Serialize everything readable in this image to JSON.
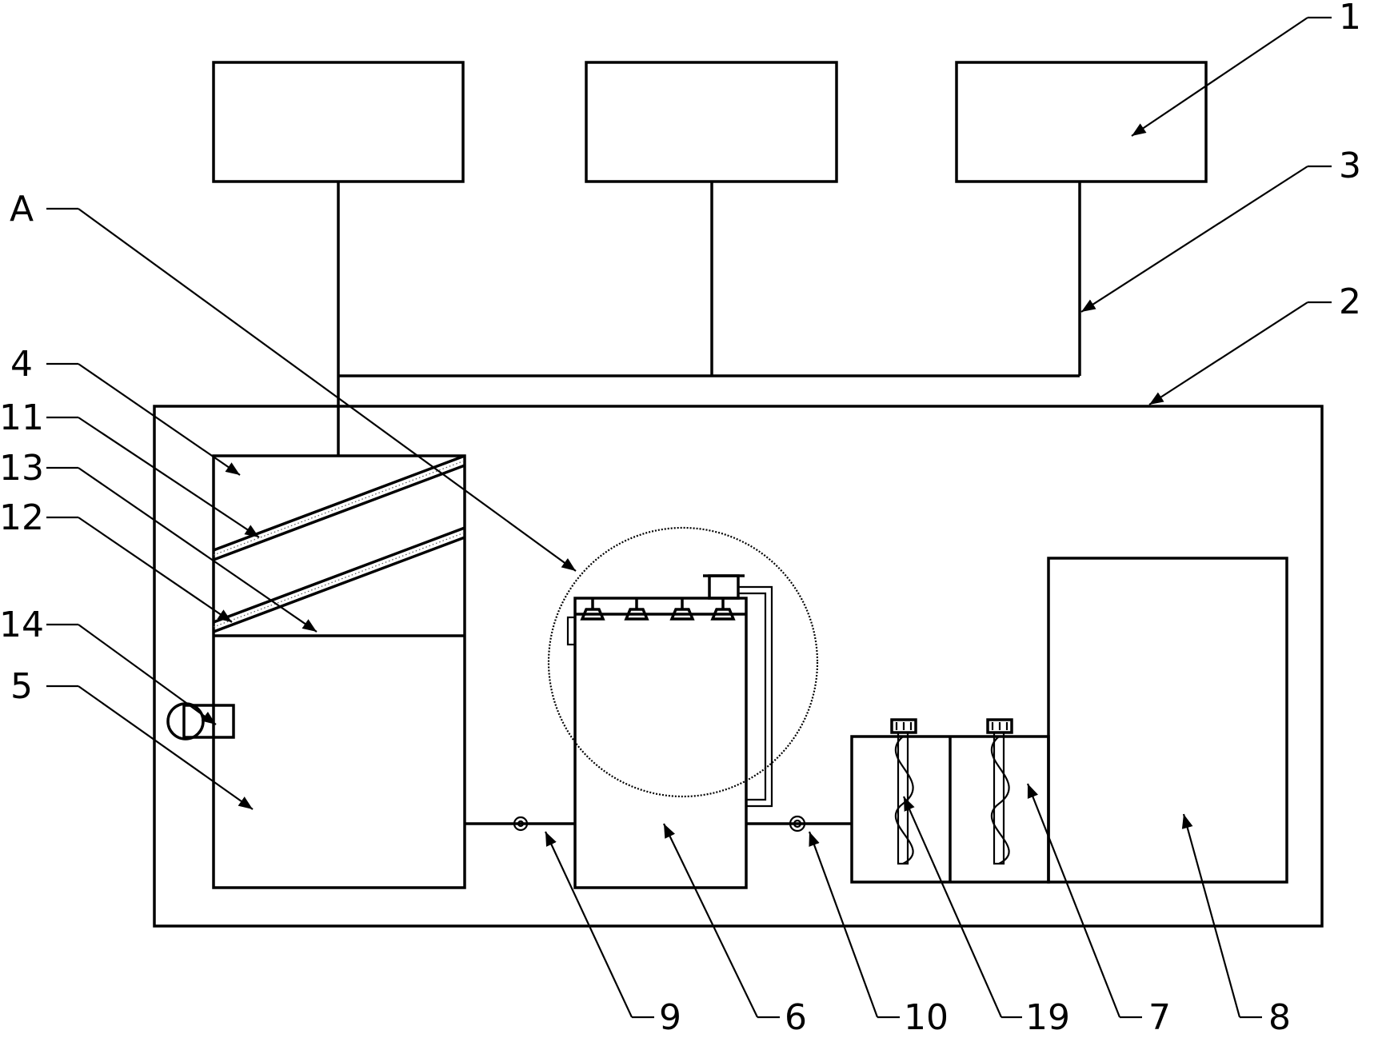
{
  "labels": {
    "l1": "1",
    "l2": "2",
    "l3": "3",
    "lA": "A",
    "l4": "4",
    "l11": "11",
    "l13": "13",
    "l12": "12",
    "l14": "14",
    "l5": "5",
    "l9": "9",
    "l6": "6",
    "l10": "10",
    "l19": "19",
    "l7": "7",
    "l8": "8"
  }
}
